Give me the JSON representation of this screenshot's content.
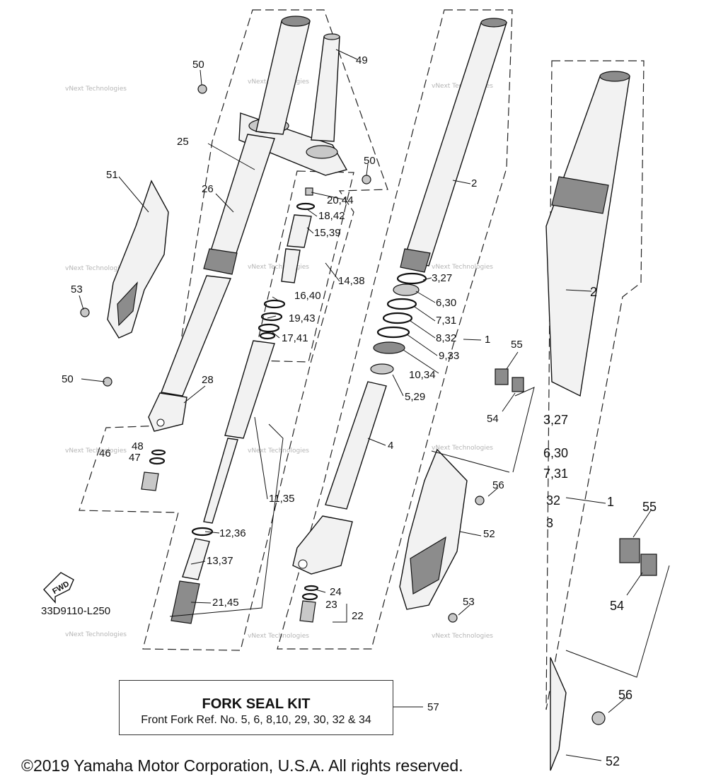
{
  "diagram": {
    "drawing_code": "33D9110-L250",
    "direction_label": "FWD",
    "watermark": "vNext Technologies",
    "kit": {
      "title": "FORK SEAL KIT",
      "description": "Front Fork Ref. No. 5, 6, 8,10, 29, 30, 32 & 34",
      "ref": "57"
    },
    "copyright": "©2019 Yamaha Motor Corporation, U.S.A. All rights reserved.",
    "callouts": [
      "50",
      "49",
      "25",
      "26",
      "51",
      "53",
      "50",
      "28",
      "48",
      "47",
      "46",
      "50",
      "20,44",
      "18,42",
      "15,39",
      "14,38",
      "16,40",
      "19,43",
      "17,41",
      "11,35",
      "12,36",
      "13,37",
      "21,45",
      "2",
      "3,27",
      "6,30",
      "7,31",
      "8,32",
      "9,33",
      "1",
      "10,34",
      "5,29",
      "4",
      "24",
      "23",
      "22",
      "55",
      "54",
      "56",
      "52",
      "53",
      "2",
      "3,27",
      "6,30",
      "7,31",
      "32",
      "3",
      "1",
      "55",
      "54",
      "56",
      "52"
    ]
  }
}
